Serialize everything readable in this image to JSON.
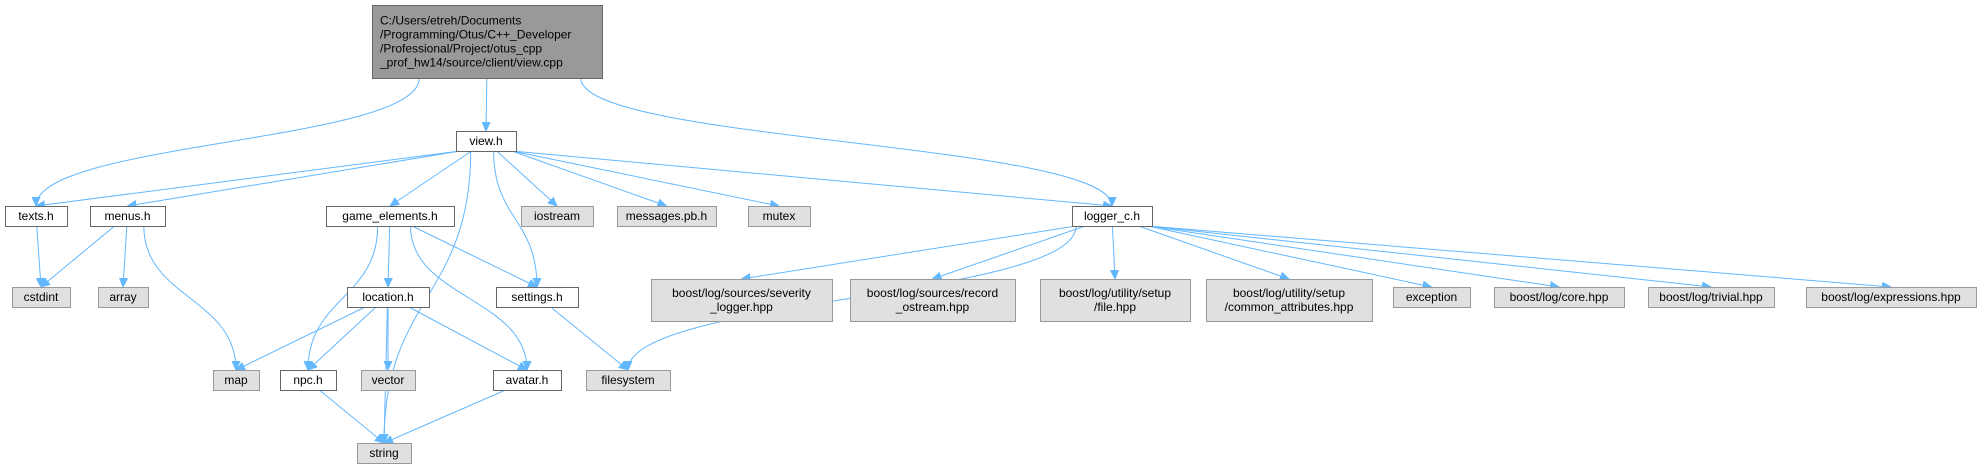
{
  "graph": {
    "nodes": [
      {
        "id": "root",
        "kind": "root",
        "lines": [
          "C:/Users/etreh/Documents",
          "/Programming/Otus/C++_Developer",
          "/Professional/Project/otus_cpp",
          "_prof_hw14/source/client/view.cpp"
        ]
      },
      {
        "id": "view_h",
        "kind": "project",
        "lines": [
          "view.h"
        ]
      },
      {
        "id": "texts_h",
        "kind": "project",
        "lines": [
          "texts.h"
        ]
      },
      {
        "id": "menus_h",
        "kind": "project",
        "lines": [
          "menus.h"
        ]
      },
      {
        "id": "game_elements_h",
        "kind": "project",
        "lines": [
          "game_elements.h"
        ]
      },
      {
        "id": "iostream",
        "kind": "system",
        "lines": [
          "iostream"
        ]
      },
      {
        "id": "messages_pb_h",
        "kind": "system",
        "lines": [
          "messages.pb.h"
        ]
      },
      {
        "id": "mutex",
        "kind": "system",
        "lines": [
          "mutex"
        ]
      },
      {
        "id": "logger_c_h",
        "kind": "project",
        "lines": [
          "logger_c.h"
        ]
      },
      {
        "id": "cstdint",
        "kind": "system",
        "lines": [
          "cstdint"
        ]
      },
      {
        "id": "array",
        "kind": "system",
        "lines": [
          "array"
        ]
      },
      {
        "id": "location_h",
        "kind": "project",
        "lines": [
          "location.h"
        ]
      },
      {
        "id": "settings_h",
        "kind": "project",
        "lines": [
          "settings.h"
        ]
      },
      {
        "id": "map",
        "kind": "system",
        "lines": [
          "map"
        ]
      },
      {
        "id": "npc_h",
        "kind": "project",
        "lines": [
          "npc.h"
        ]
      },
      {
        "id": "vector",
        "kind": "system",
        "lines": [
          "vector"
        ]
      },
      {
        "id": "avatar_h",
        "kind": "project",
        "lines": [
          "avatar.h"
        ]
      },
      {
        "id": "filesystem",
        "kind": "system",
        "lines": [
          "filesystem"
        ]
      },
      {
        "id": "string",
        "kind": "system",
        "lines": [
          "string"
        ]
      },
      {
        "id": "severity_logger",
        "kind": "system",
        "lines": [
          "boost/log/sources/severity",
          "_logger.hpp"
        ]
      },
      {
        "id": "record_ostream",
        "kind": "system",
        "lines": [
          "boost/log/sources/record",
          "_ostream.hpp"
        ]
      },
      {
        "id": "setup_file",
        "kind": "system",
        "lines": [
          "boost/log/utility/setup",
          "/file.hpp"
        ]
      },
      {
        "id": "common_attributes",
        "kind": "system",
        "lines": [
          "boost/log/utility/setup",
          "/common_attributes.hpp"
        ]
      },
      {
        "id": "exception",
        "kind": "system",
        "lines": [
          "exception"
        ]
      },
      {
        "id": "core_hpp",
        "kind": "system",
        "lines": [
          "boost/log/core.hpp"
        ]
      },
      {
        "id": "trivial_hpp",
        "kind": "system",
        "lines": [
          "boost/log/trivial.hpp"
        ]
      },
      {
        "id": "expressions_hpp",
        "kind": "system",
        "lines": [
          "boost/log/expressions.hpp"
        ]
      }
    ],
    "edges": [
      {
        "from": "root",
        "to": "view_h"
      },
      {
        "from": "root",
        "to": "texts_h"
      },
      {
        "from": "root",
        "to": "logger_c_h"
      },
      {
        "from": "view_h",
        "to": "texts_h"
      },
      {
        "from": "view_h",
        "to": "menus_h"
      },
      {
        "from": "view_h",
        "to": "string"
      },
      {
        "from": "view_h",
        "to": "game_elements_h"
      },
      {
        "from": "view_h",
        "to": "settings_h"
      },
      {
        "from": "view_h",
        "to": "iostream"
      },
      {
        "from": "view_h",
        "to": "messages_pb_h"
      },
      {
        "from": "view_h",
        "to": "mutex"
      },
      {
        "from": "view_h",
        "to": "logger_c_h"
      },
      {
        "from": "texts_h",
        "to": "cstdint"
      },
      {
        "from": "menus_h",
        "to": "cstdint"
      },
      {
        "from": "menus_h",
        "to": "array"
      },
      {
        "from": "menus_h",
        "to": "map"
      },
      {
        "from": "game_elements_h",
        "to": "location_h"
      },
      {
        "from": "game_elements_h",
        "to": "npc_h"
      },
      {
        "from": "game_elements_h",
        "to": "settings_h"
      },
      {
        "from": "game_elements_h",
        "to": "avatar_h"
      },
      {
        "from": "location_h",
        "to": "map"
      },
      {
        "from": "location_h",
        "to": "npc_h"
      },
      {
        "from": "location_h",
        "to": "vector"
      },
      {
        "from": "location_h",
        "to": "string"
      },
      {
        "from": "location_h",
        "to": "avatar_h"
      },
      {
        "from": "npc_h",
        "to": "string"
      },
      {
        "from": "avatar_h",
        "to": "string"
      },
      {
        "from": "settings_h",
        "to": "filesystem"
      },
      {
        "from": "logger_c_h",
        "to": "filesystem"
      },
      {
        "from": "logger_c_h",
        "to": "severity_logger"
      },
      {
        "from": "logger_c_h",
        "to": "record_ostream"
      },
      {
        "from": "logger_c_h",
        "to": "setup_file"
      },
      {
        "from": "logger_c_h",
        "to": "common_attributes"
      },
      {
        "from": "logger_c_h",
        "to": "exception"
      },
      {
        "from": "logger_c_h",
        "to": "core_hpp"
      },
      {
        "from": "logger_c_h",
        "to": "trivial_hpp"
      },
      {
        "from": "logger_c_h",
        "to": "expressions_hpp"
      }
    ]
  }
}
